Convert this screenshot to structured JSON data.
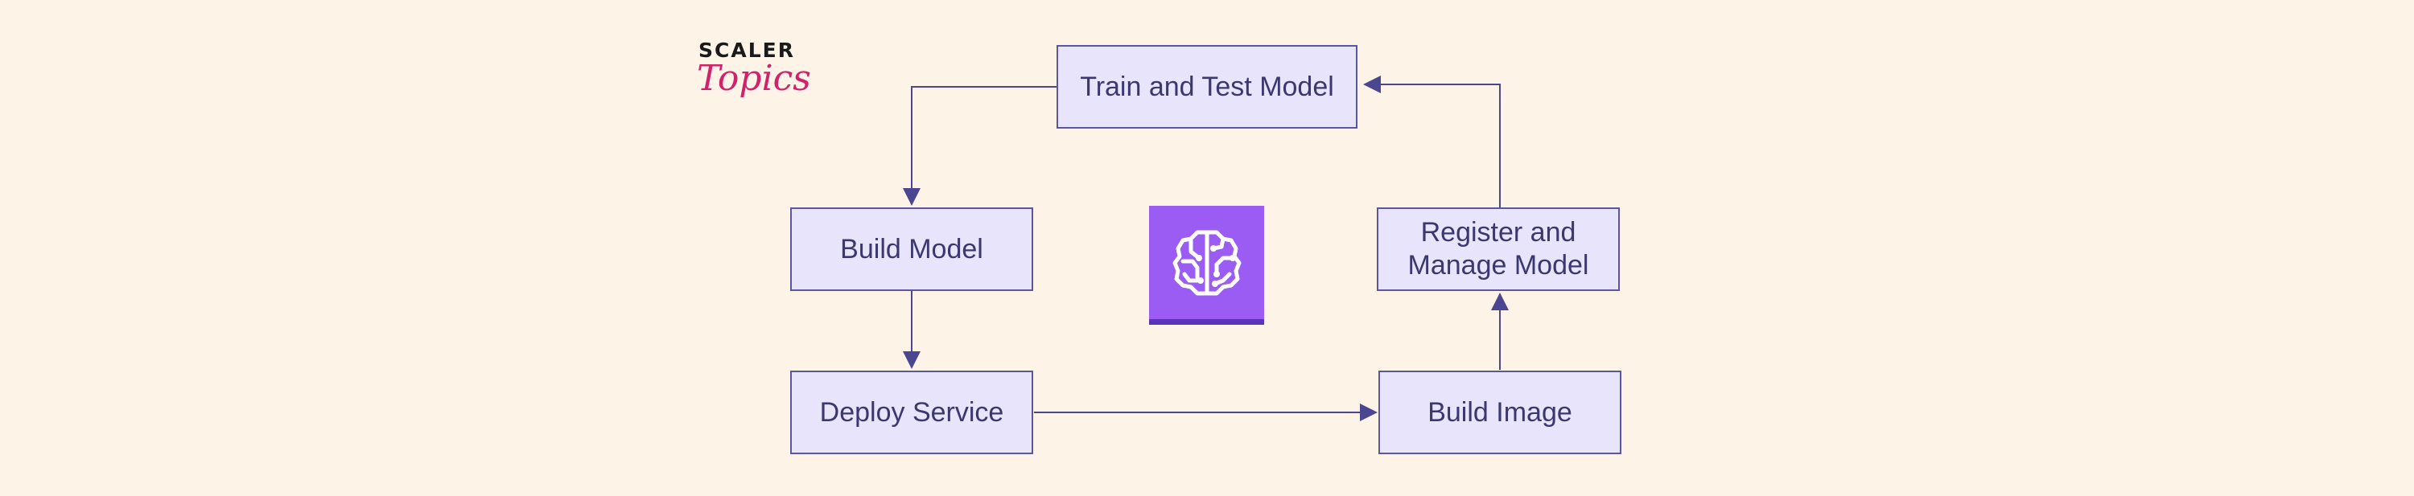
{
  "logo": {
    "brand_top": "SCALER",
    "brand_bottom": "Topics"
  },
  "nodes": {
    "train_test": "Train and Test Model",
    "build_model": "Build Model",
    "deploy_service": "Deploy Service",
    "build_image": "Build Image",
    "register_manage_line1": "Register and",
    "register_manage_line2": "Manage Model"
  },
  "colors": {
    "background": "#fdf3e6",
    "node_fill": "#e7e4fb",
    "node_border": "#5a56a0",
    "arrow": "#4a4690",
    "node_text": "#3b3870",
    "icon_fill": "#9a5cf2",
    "logo_accent": "#d0226b"
  },
  "center_icon": "brain-circuit-icon"
}
